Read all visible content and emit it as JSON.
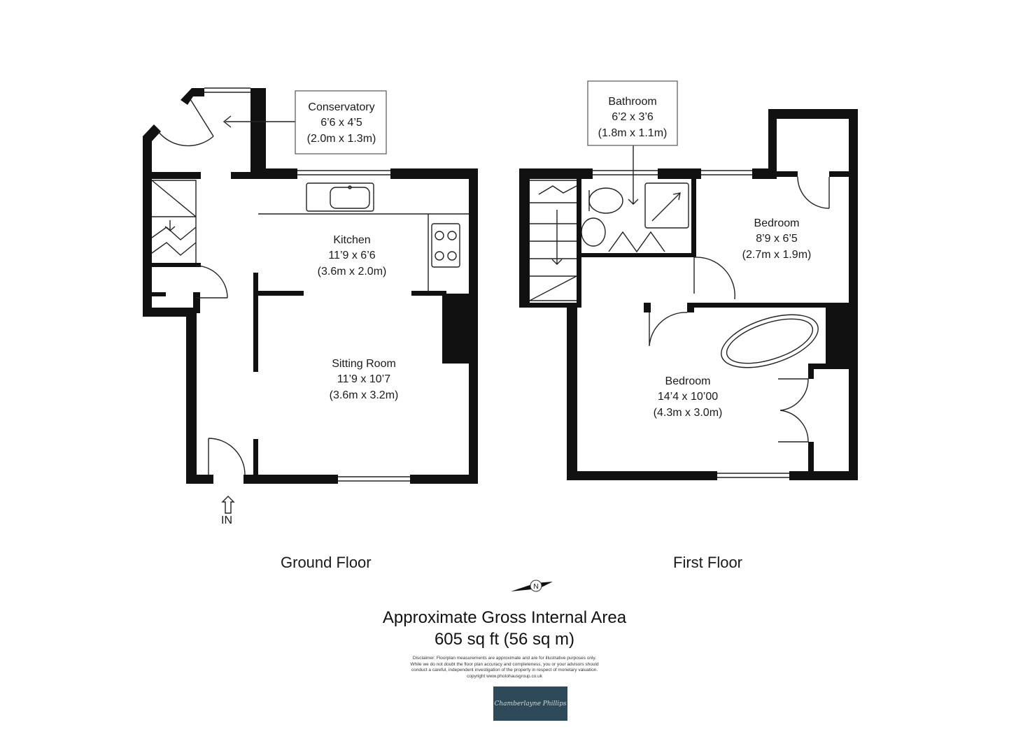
{
  "rooms": {
    "conservatory": {
      "name": "Conservatory",
      "size_imperial": "6’6 x 4’5",
      "size_metric": "(2.0m x 1.3m)"
    },
    "kitchen": {
      "name": "Kitchen",
      "size_imperial": "11’9 x 6’6",
      "size_metric": "(3.6m x 2.0m)"
    },
    "sitting_room": {
      "name": "Sitting Room",
      "size_imperial": "11’9 x 10’7",
      "size_metric": "(3.6m x 3.2m)"
    },
    "bathroom": {
      "name": "Bathroom",
      "size_imperial": "6’2 x 3’6",
      "size_metric": "(1.8m x 1.1m)"
    },
    "bedroom_small": {
      "name": "Bedroom",
      "size_imperial": "8’9 x 6’5",
      "size_metric": "(2.7m x 1.9m)"
    },
    "bedroom_large": {
      "name": "Bedroom",
      "size_imperial": "14’4 x 10’00",
      "size_metric": "(4.3m x 3.0m)"
    }
  },
  "entrance_label": "IN",
  "floors": {
    "ground": "Ground Floor",
    "first": "First Floor"
  },
  "compass_letter": "N",
  "area": {
    "title": "Approximate Gross Internal Area",
    "value": "605 sq ft (56 sq m)"
  },
  "disclaimer": [
    "Disclaimer: Floorplan measurements are approximate and are for illustrative purposes only.",
    "While we do not doubt the floor plan accuracy and completeness, you or your advisors should",
    "conduct a careful, independent investigation of the property in respect of monetary valuation.",
    "copyright www.photohausgroup.co.uk"
  ],
  "logo_text": "Chamberlayne Phillips",
  "colors": {
    "wall": "#111111",
    "logo_bg": "#2e4a58"
  }
}
